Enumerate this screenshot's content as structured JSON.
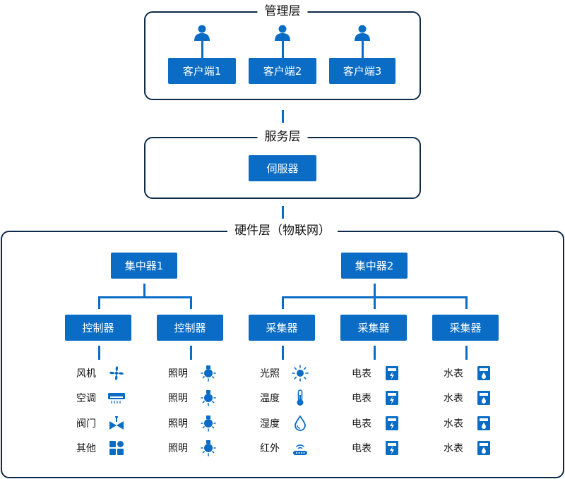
{
  "management": {
    "title": "管理层",
    "clients": [
      "客户端1",
      "客户端2",
      "客户端3"
    ]
  },
  "service": {
    "title": "服务层",
    "server": "伺服器"
  },
  "hardware": {
    "title": "硬件层（物联网）",
    "concentrators": [
      "集中器1",
      "集中器2"
    ],
    "nodes": [
      "控制器",
      "控制器",
      "采集器",
      "采集器",
      "采集器"
    ],
    "devices": [
      [
        {
          "label": "风机",
          "icon": "fan-icon"
        },
        {
          "label": "空调",
          "icon": "air-conditioner-icon"
        },
        {
          "label": "阀门",
          "icon": "valve-icon"
        },
        {
          "label": "其他",
          "icon": "grid-icon"
        }
      ],
      [
        {
          "label": "照明",
          "icon": "light-bulb-icon"
        },
        {
          "label": "照明",
          "icon": "light-bulb-icon"
        },
        {
          "label": "照明",
          "icon": "light-bulb-icon"
        },
        {
          "label": "照明",
          "icon": "light-bulb-icon"
        }
      ],
      [
        {
          "label": "光照",
          "icon": "sun-icon"
        },
        {
          "label": "温度",
          "icon": "thermometer-icon"
        },
        {
          "label": "湿度",
          "icon": "water-drop-icon"
        },
        {
          "label": "红外",
          "icon": "infrared-icon"
        }
      ],
      [
        {
          "label": "电表",
          "icon": "electric-meter-icon"
        },
        {
          "label": "电表",
          "icon": "electric-meter-icon"
        },
        {
          "label": "电表",
          "icon": "electric-meter-icon"
        },
        {
          "label": "电表",
          "icon": "electric-meter-icon"
        }
      ],
      [
        {
          "label": "水表",
          "icon": "water-meter-icon"
        },
        {
          "label": "水表",
          "icon": "water-meter-icon"
        },
        {
          "label": "水表",
          "icon": "water-meter-icon"
        },
        {
          "label": "水表",
          "icon": "water-meter-icon"
        }
      ]
    ]
  },
  "colors": {
    "accent": "#0a6cc4",
    "border": "#0e2a4a"
  }
}
